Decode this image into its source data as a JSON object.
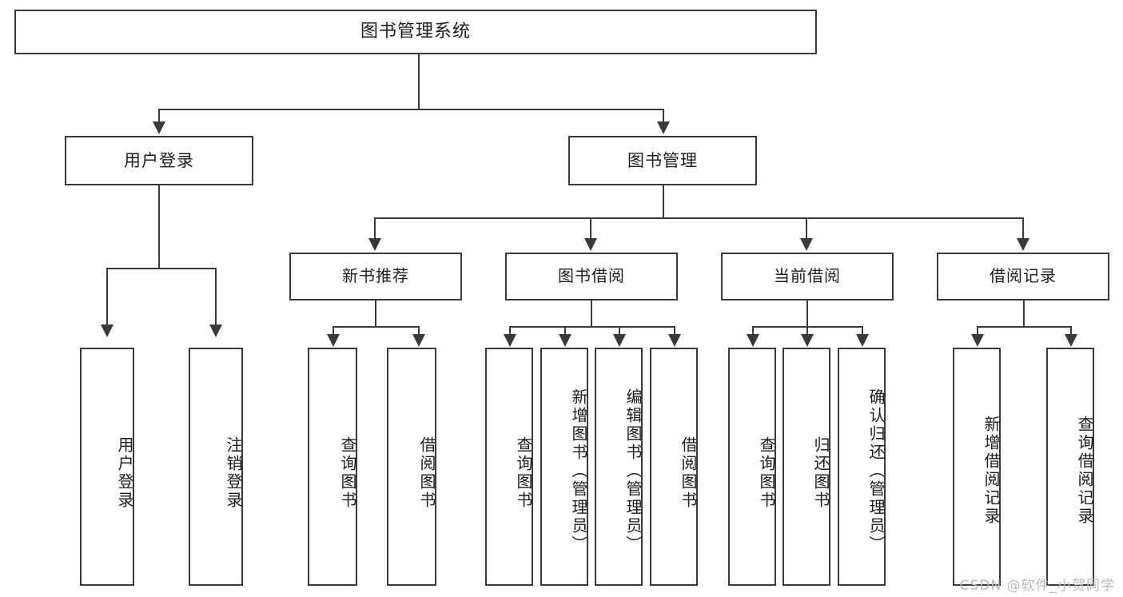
{
  "diagram": {
    "type": "tree-hierarchy",
    "title": "图书管理系统",
    "watermark": "CSDN @软件_小贺同学",
    "colors": {
      "stroke": "#3a3a3a",
      "fill": "#ffffff",
      "text": "#1d1d1d",
      "watermark": "#b9b9b9"
    },
    "root": {
      "label": "图书管理系统"
    },
    "level2": [
      {
        "id": "user-login",
        "label": "用户登录"
      },
      {
        "id": "book-manage",
        "label": "图书管理"
      }
    ],
    "level3": [
      {
        "id": "new-book-rec",
        "label": "新书推荐"
      },
      {
        "id": "book-borrow",
        "label": "图书借阅"
      },
      {
        "id": "current-borrow",
        "label": "当前借阅"
      },
      {
        "id": "borrow-record",
        "label": "借阅记录"
      }
    ],
    "leaves": {
      "user_login": [
        {
          "id": "leaf-user-login",
          "label": "用户登录"
        },
        {
          "id": "leaf-logout-login",
          "label": "注销登录"
        }
      ],
      "new_book_rec": [
        {
          "id": "leaf-query-book-1",
          "label": "查询图书"
        },
        {
          "id": "leaf-borrow-book-1",
          "label": "借阅图书"
        }
      ],
      "book_borrow": [
        {
          "id": "leaf-query-book-2",
          "label": "查询图书"
        },
        {
          "id": "leaf-add-book",
          "label": "新增图书（管理员）"
        },
        {
          "id": "leaf-edit-book",
          "label": "编辑图书（管理员）"
        },
        {
          "id": "leaf-borrow-book-2",
          "label": "借阅图书"
        }
      ],
      "current_borrow": [
        {
          "id": "leaf-query-book-3",
          "label": "查询图书"
        },
        {
          "id": "leaf-return-book",
          "label": "归还图书"
        },
        {
          "id": "leaf-confirm-return",
          "label": "确认归还（管理员）"
        }
      ],
      "borrow_record": [
        {
          "id": "leaf-add-record",
          "label": "新增借阅记录"
        },
        {
          "id": "leaf-query-record",
          "label": "查询借阅记录"
        }
      ]
    }
  }
}
